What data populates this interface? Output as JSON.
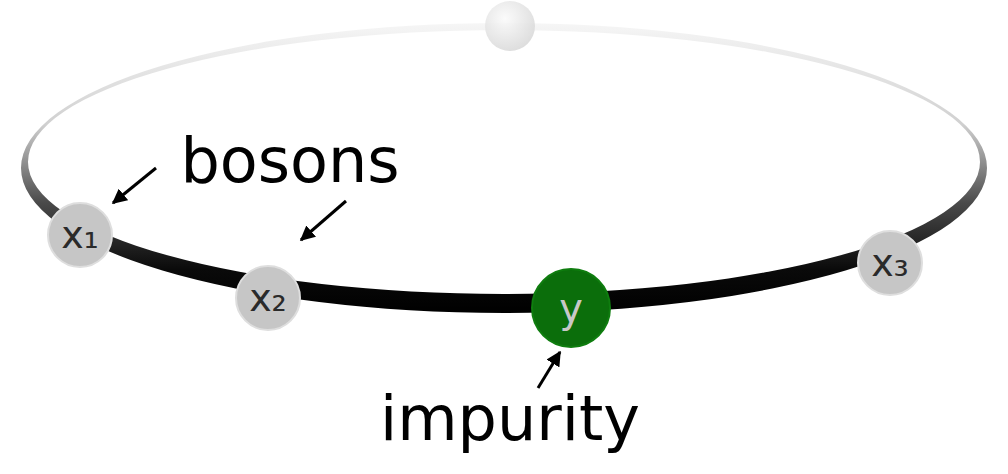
{
  "diagram": {
    "nodes": [
      {
        "text": [
          "x₁"
        ]
      },
      {
        "text": [
          "x₂"
        ]
      },
      {
        "text": [
          "y"
        ]
      },
      {
        "text": [
          "x₃"
        ]
      }
    ],
    "labels": [
      "bosons",
      "impurity"
    ]
  }
}
